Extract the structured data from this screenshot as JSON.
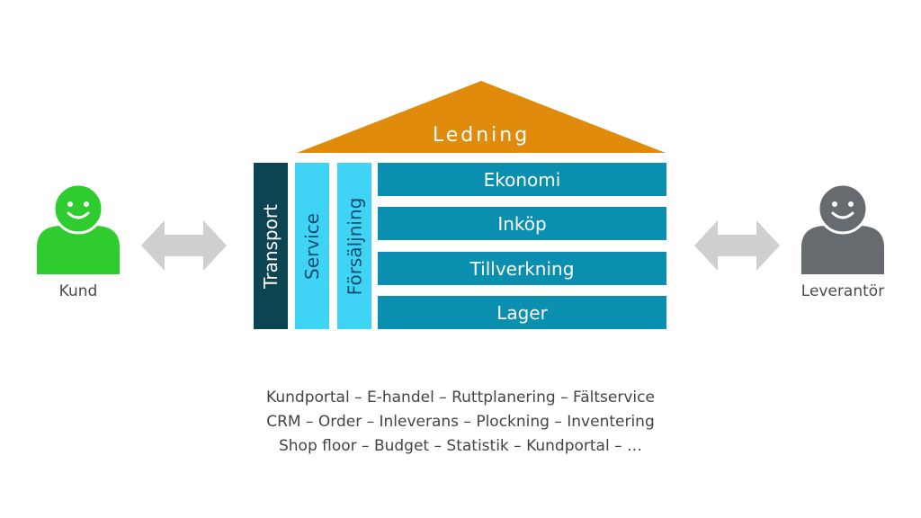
{
  "roof": {
    "label": "Ledning",
    "color": "#e08b0c"
  },
  "columns": [
    {
      "label": "Transport"
    },
    {
      "label": "Service"
    },
    {
      "label": "Försäljning"
    }
  ],
  "bars": [
    {
      "label": "Ekonomi"
    },
    {
      "label": "Inköp"
    },
    {
      "label": "Tillverkning"
    },
    {
      "label": "Lager"
    }
  ],
  "left_actor": {
    "label": "Kund",
    "color": "#2ecc2e",
    "icon": "smiling-person-icon"
  },
  "right_actor": {
    "label": "Leverantör",
    "color": "#666b6f",
    "icon": "smiling-person-icon"
  },
  "arrows": {
    "color": "#cfcfcf",
    "icon": "double-arrow-icon"
  },
  "caption": [
    "Kundportal – E-handel – Ruttplanering – Fältservice",
    "CRM – Order – Inleverans – Plockning – Inventering",
    "Shop floor – Budget – Statistik – Kundportal – …"
  ]
}
